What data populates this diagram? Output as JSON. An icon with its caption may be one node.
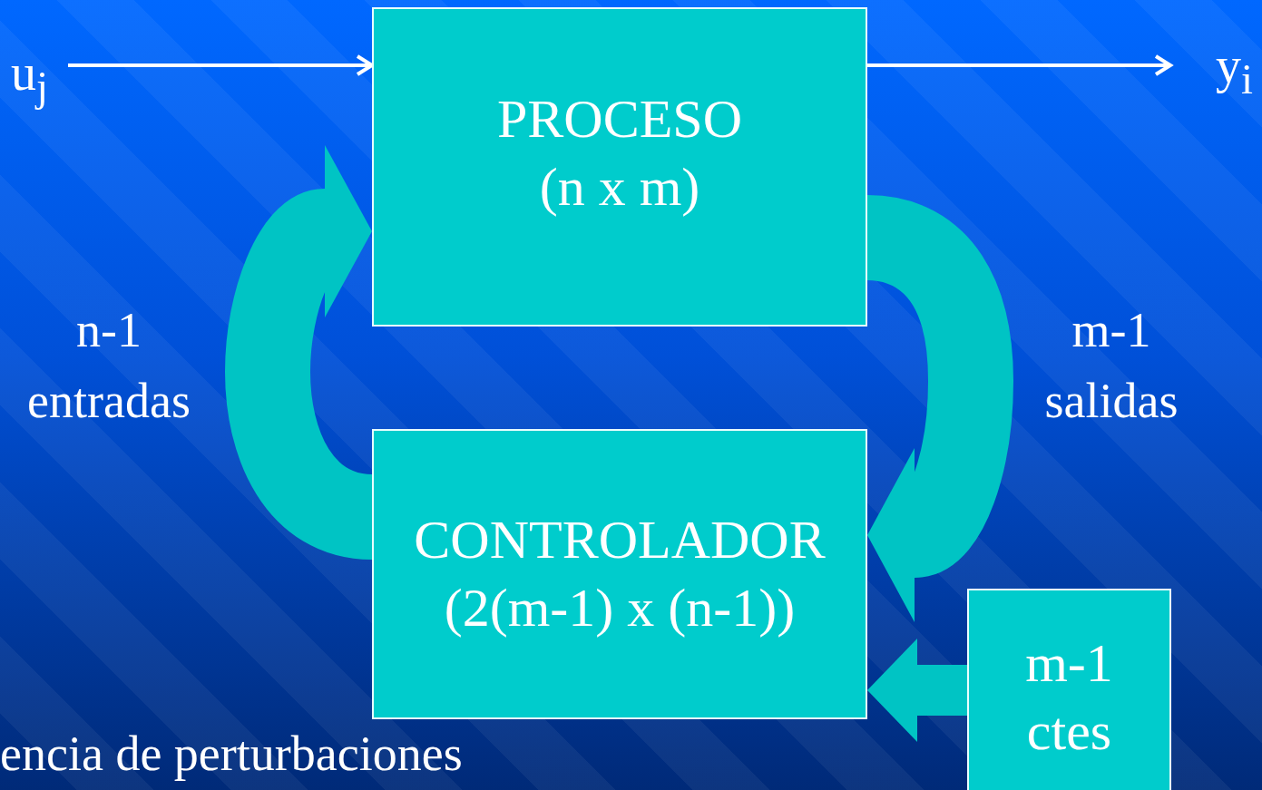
{
  "diagram": {
    "nodes": [
      {
        "text": [
          "PROCESO",
          "(n x m)"
        ]
      },
      {
        "text": [
          "CONTROLADOR",
          "(2(m-1) x (n-1))"
        ]
      },
      {
        "text": [
          "m-1 ctes"
        ]
      },
      {
        "text": [
          "u$_{j}$"
        ]
      },
      {
        "text": [
          "y$_{i}$"
        ]
      }
    ],
    "edges": [
      {
        "from": 3,
        "to": 0,
        "arrow": "to",
        "color": "#ffffff"
      },
      {
        "from": 0,
        "to": 4,
        "arrow": "to",
        "color": "#ffffff"
      },
      {
        "from": 1,
        "to": 0,
        "arrow": "to",
        "label": "n-1 entradas"
      },
      {
        "from": 0,
        "to": 1,
        "arrow": "to",
        "label": "m-1 salidas"
      },
      {
        "from": 2,
        "to": 1,
        "arrow": "to"
      }
    ],
    "labels": [
      "encia de perturbaciones"
    ]
  }
}
